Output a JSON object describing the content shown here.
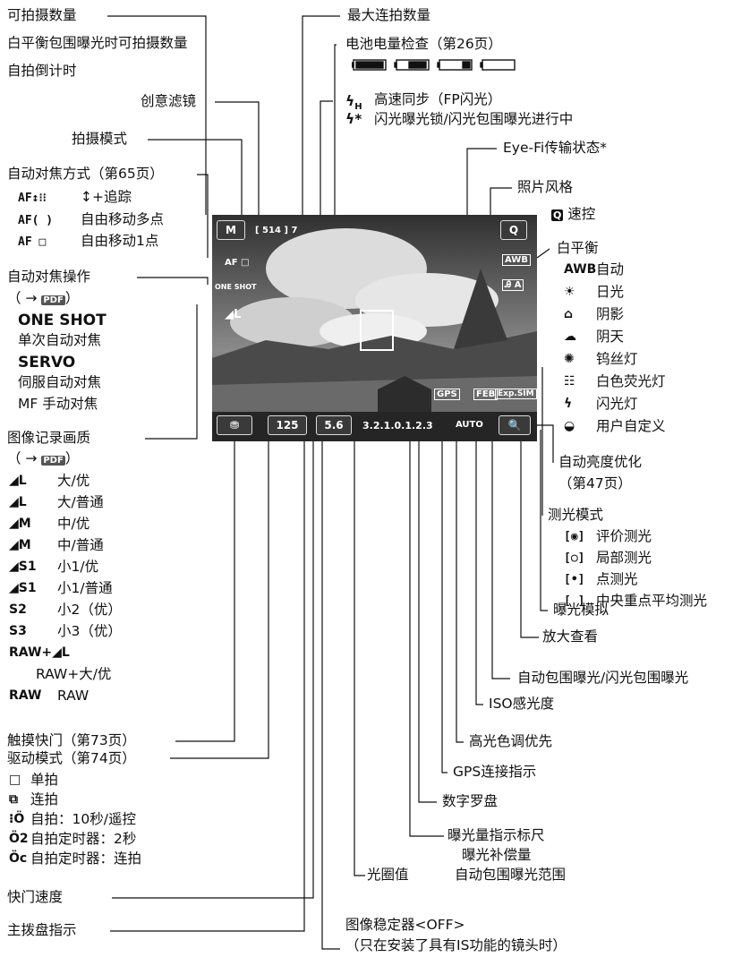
{
  "left": {
    "shots": "可拍摄数量",
    "wb_bracket_shots": "白平衡包围曝光时可拍摄数量",
    "self_countdown": "自拍倒计时",
    "creative_filter": "创意滤镜",
    "shooting_mode": "拍摄模式",
    "af_method": {
      "title": "自动对焦方式（第65页）",
      "items": [
        {
          "icon": "AF↕⁝⁝",
          "label": "↕+追踪"
        },
        {
          "icon": "AF( )",
          "label": "自由移动多点"
        },
        {
          "icon": "AF □",
          "label": "自由移动1点"
        }
      ]
    },
    "af_operation": {
      "title": "自动对焦操作",
      "ref": "（ → ",
      "ref_close": "）",
      "one_shot": "ONE SHOT",
      "one_shot_desc": "单次自动对焦",
      "servo": "SERVO",
      "servo_desc": "伺服自动对焦",
      "mf": "MF 手动对焦"
    },
    "image_quality": {
      "title": "图像记录画质",
      "ref": "（ → ",
      "ref_close": "）",
      "items": [
        {
          "icon": "◢L",
          "label": "大/优"
        },
        {
          "icon": "◢L",
          "label": "大/普通"
        },
        {
          "icon": "◢M",
          "label": "中/优"
        },
        {
          "icon": "◢M",
          "label": "中/普通"
        },
        {
          "icon": "◢S1",
          "label": "小1/优"
        },
        {
          "icon": "◢S1",
          "label": "小1/普通"
        },
        {
          "icon": "S2",
          "label": "小2（优）"
        },
        {
          "icon": "S3",
          "label": "小3（优）"
        },
        {
          "icon": "RAW+◢L",
          "label": ""
        },
        {
          "icon": "",
          "label": "RAW+大/优"
        },
        {
          "icon": "RAW",
          "label": "RAW"
        }
      ]
    },
    "touch_shutter": "触摸快门（第73页）",
    "drive_mode": {
      "title": "驱动模式（第74页）",
      "items": [
        {
          "icon": "□",
          "label": "单拍"
        },
        {
          "icon": "⧉",
          "label": "连拍"
        },
        {
          "icon": "⁝Ö",
          "label": "自拍：10秒/遥控"
        },
        {
          "icon": "Ö2",
          "label": "自拍定时器：2秒"
        },
        {
          "icon": "Öc",
          "label": "自拍定时器：连拍"
        }
      ]
    },
    "shutter_speed": "快门速度",
    "main_dial": "主拨盘指示"
  },
  "right": {
    "max_burst": "最大连拍数量",
    "battery": "电池电量检查（第26页）",
    "hs_sync": "高速同步（FP闪光）",
    "fe_lock": "闪光曝光锁/闪光包围曝光进行中",
    "eyefi": "Eye-Fi传输状态*",
    "picture_style": "照片风格",
    "quick_control": "速控",
    "wb": {
      "title": "白平衡",
      "items": [
        {
          "icon": "AWB",
          "label": "自动"
        },
        {
          "icon": "☀",
          "label": "日光"
        },
        {
          "icon": "⌂",
          "label": "阴影"
        },
        {
          "icon": "☁",
          "label": "阴天"
        },
        {
          "icon": "✺",
          "label": "钨丝灯"
        },
        {
          "icon": "☷",
          "label": "白色荧光灯"
        },
        {
          "icon": "ϟ",
          "label": "闪光灯"
        },
        {
          "icon": "◒",
          "label": "用户自定义"
        }
      ]
    },
    "alo": "自动亮度优化",
    "alo_page": "（第47页）",
    "metering": {
      "title": "测光模式",
      "items": [
        {
          "icon": "[◉]",
          "label": "评价测光"
        },
        {
          "icon": "[○]",
          "label": "局部测光"
        },
        {
          "icon": "[•]",
          "label": "点测光"
        },
        {
          "icon": "[ ]",
          "label": "中央重点平均测光"
        }
      ]
    },
    "exp_sim": "曝光模拟",
    "magnify": "放大查看",
    "aeb_feb": "自动包围曝光/闪光包围曝光",
    "iso": "ISO感光度",
    "htp": "高光色调优先",
    "gps": "GPS连接指示",
    "compass": "数字罗盘",
    "exp_meter": "曝光量指示标尺",
    "exp_comp": "曝光补偿量",
    "aeb_range": "自动包围曝光范围",
    "aperture": "光圈值",
    "is": "图像稳定器<OFF>",
    "is_note": "（只在安装了具有IS功能的镜头时）"
  },
  "screen": {
    "mode": "M",
    "shots_remaining": "[ 514 ] 7",
    "af": "AF □",
    "one_shot": "ONE SHOT",
    "quality": "◢L",
    "qbtn": "Q",
    "awb": "AWB",
    "style": "Ꭿ A",
    "shutter": "125",
    "aperture": "5.6",
    "meter": "3.2.1.0.1.2.3",
    "gps": "GPS",
    "feb": "FEB",
    "expsim": "Exp.SIM",
    "iso": "AUTO",
    "magnify": "🔍"
  },
  "icons": {
    "pdf_badge": "PDF"
  }
}
